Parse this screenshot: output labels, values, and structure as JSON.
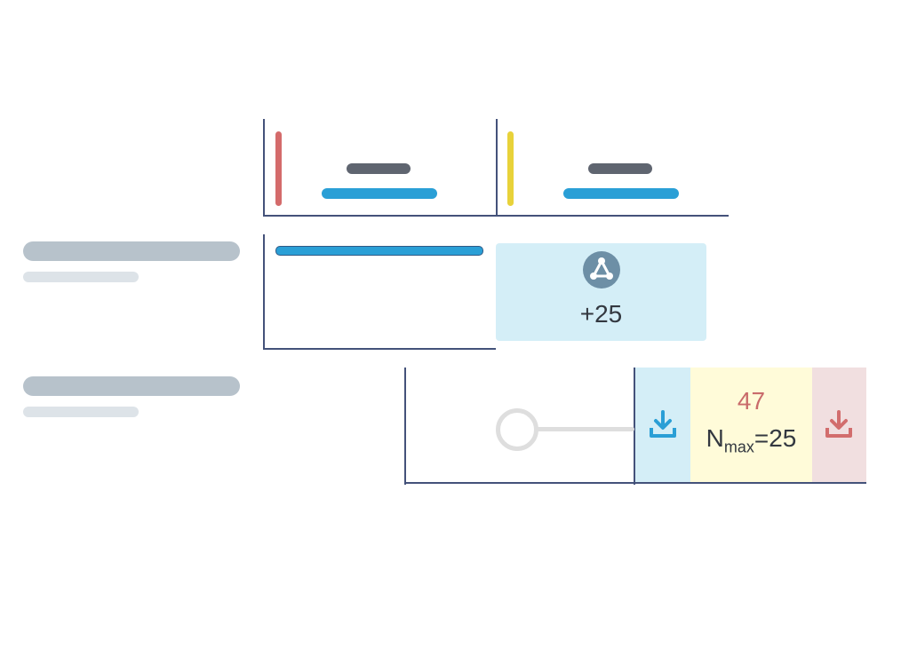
{
  "rows": [
    {
      "id": "row-1"
    },
    {
      "id": "row-2"
    }
  ],
  "merge_card": {
    "icon": "merge-node-icon",
    "value": "+25",
    "bg": "#d4eef7"
  },
  "stack": {
    "count_value": "47",
    "count_color": "#c96b6b",
    "nmax_base": "N",
    "nmax_sub": "max",
    "nmax_value": "=25",
    "left_icon": "download-icon",
    "right_icon": "download-icon",
    "left_icon_color": "#2a9fd6",
    "right_icon_color": "#d26d6d"
  },
  "colors": {
    "axis": "#44527a",
    "accent_red": "#d46b6b",
    "accent_yellow": "#e8d23a",
    "blue": "#2a9fd6",
    "panel_blue": "#d4eef7",
    "panel_yellow": "#fffbd9",
    "panel_red": "#f1dfe0"
  }
}
